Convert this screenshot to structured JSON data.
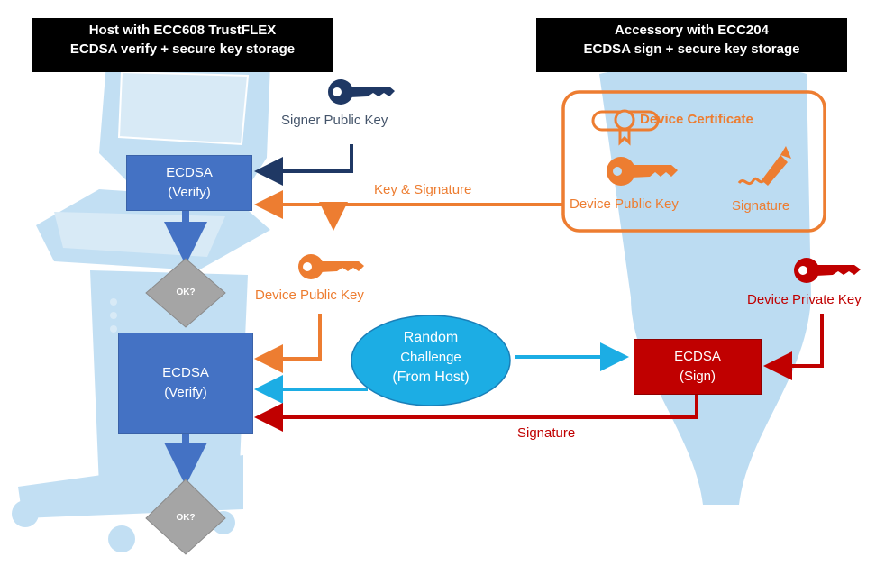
{
  "headers": {
    "host_line1": "Host with ECC608 TrustFLEX",
    "host_line2": "ECDSA verify + secure key storage",
    "accessory_line1": "Accessory with ECC204",
    "accessory_line2": "ECDSA sign + secure key storage"
  },
  "host": {
    "verify1": {
      "line1": "ECDSA",
      "line2": "(Verify)"
    },
    "verify2": {
      "line1": "ECDSA",
      "line2": "(Verify)"
    },
    "decision1": "OK?",
    "decision2": "OK?"
  },
  "accessory": {
    "sign": {
      "line1": "ECDSA",
      "line2": "(Sign)"
    },
    "credentials": {
      "certificate": "Device Certificate",
      "public_key": "Device Public Key",
      "signature": "Signature"
    }
  },
  "keys": {
    "signer_public": "Signer Public Key",
    "device_public": "Device Public Key",
    "device_private": "Device Private Key"
  },
  "flows": {
    "key_and_signature": "Key & Signature",
    "signature": "Signature"
  },
  "challenge": {
    "line1": "Random",
    "line2": "Challenge",
    "line3": "(From Host)"
  },
  "colors": {
    "navy": "#1f3864",
    "orange": "#ed7d31",
    "red": "#c00000",
    "verify_blue": "#4472c4",
    "cyan": "#1cade4",
    "decision_gray": "#a5a5a5",
    "device_bg": "#bcdcf2"
  }
}
